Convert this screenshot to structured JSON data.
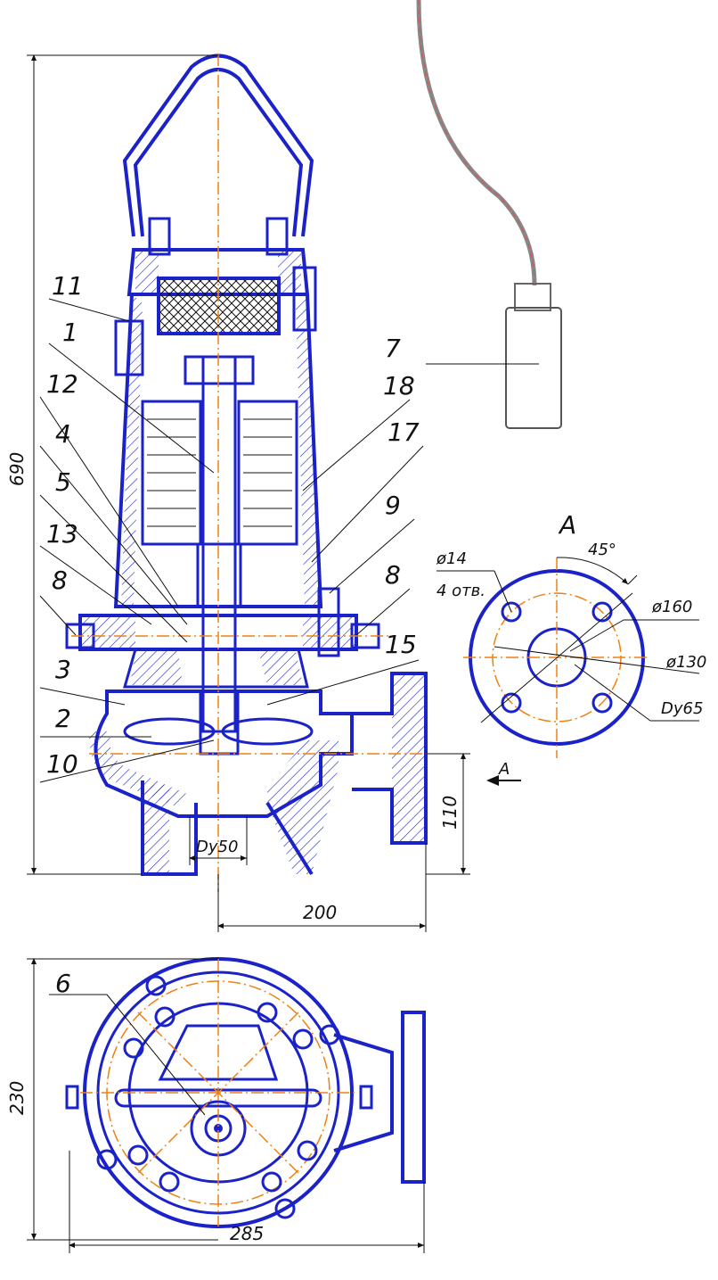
{
  "callouts": {
    "n11": "11",
    "n1": "1",
    "n12": "12",
    "n4": "4",
    "n5": "5",
    "n13": "13",
    "n8a": "8",
    "n3": "3",
    "n2": "2",
    "n10": "10",
    "n7": "7",
    "n18": "18",
    "n17": "17",
    "n9": "9",
    "n8b": "8",
    "n15": "15",
    "n6": "6"
  },
  "dimensions": {
    "height_total": "690",
    "width_outlet": "200",
    "height_outlet": "110",
    "inlet": "Dy50",
    "plan_height": "230",
    "plan_width": "285"
  },
  "view_a": {
    "title": "A",
    "arrow_label": "A",
    "angle": "45°",
    "hole_dia": "ø14",
    "hole_count": "4 отв.",
    "pcd": "ø160",
    "bore": "ø130",
    "nominal": "Dy65"
  },
  "colors": {
    "outline": "#1a22c8",
    "axis": "#f08010",
    "dim": "#111111"
  }
}
